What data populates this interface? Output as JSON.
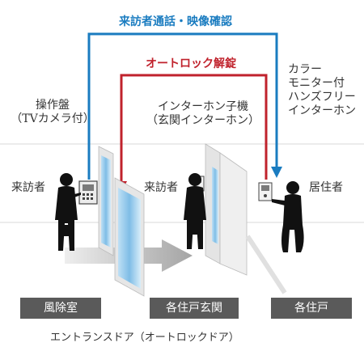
{
  "flows": {
    "visitor_call": {
      "label": "来訪者通話・映像確認",
      "color": "#1a7cc0"
    },
    "autolock_release": {
      "label": "オートロック解錠",
      "color": "#c0222c"
    }
  },
  "devices": {
    "control_panel": "操作盤\n（TVカメラ付）",
    "intercom_handset": "インターホン子機\n（玄関インターホン）",
    "monitor_intercom": "カラー\nモニター付\nハンズフリー\nインターホン"
  },
  "persons": {
    "visitor_outside": "来訪者",
    "visitor_entrance": "来訪者",
    "resident": "居住者"
  },
  "zones": {
    "windbreak_room": "風除室",
    "unit_entrance": "各住戸玄関",
    "unit": "各住戸"
  },
  "door_caption": "エントランスドア（オートロックドア）"
}
